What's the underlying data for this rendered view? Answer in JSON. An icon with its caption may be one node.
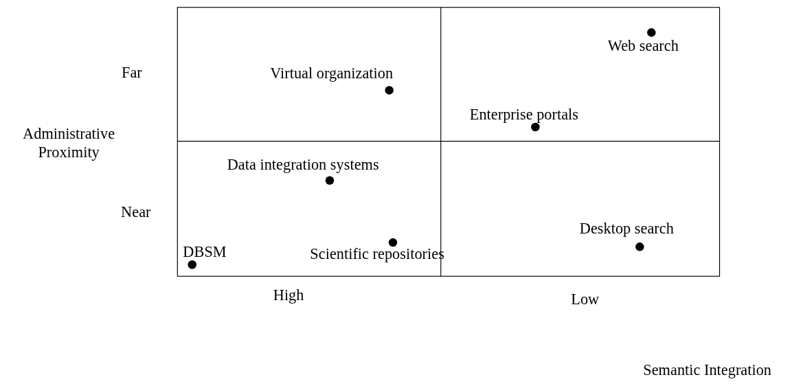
{
  "diagram": {
    "labels": [
      "Web search",
      "Far",
      "Virtual organization",
      "Enterprise portals",
      "Administrative Proximity",
      "Data integration systems",
      "Near",
      "Desktop search",
      "DBSM",
      "Scientific repositories",
      "High",
      "Low",
      "Semantic Integration"
    ]
  }
}
